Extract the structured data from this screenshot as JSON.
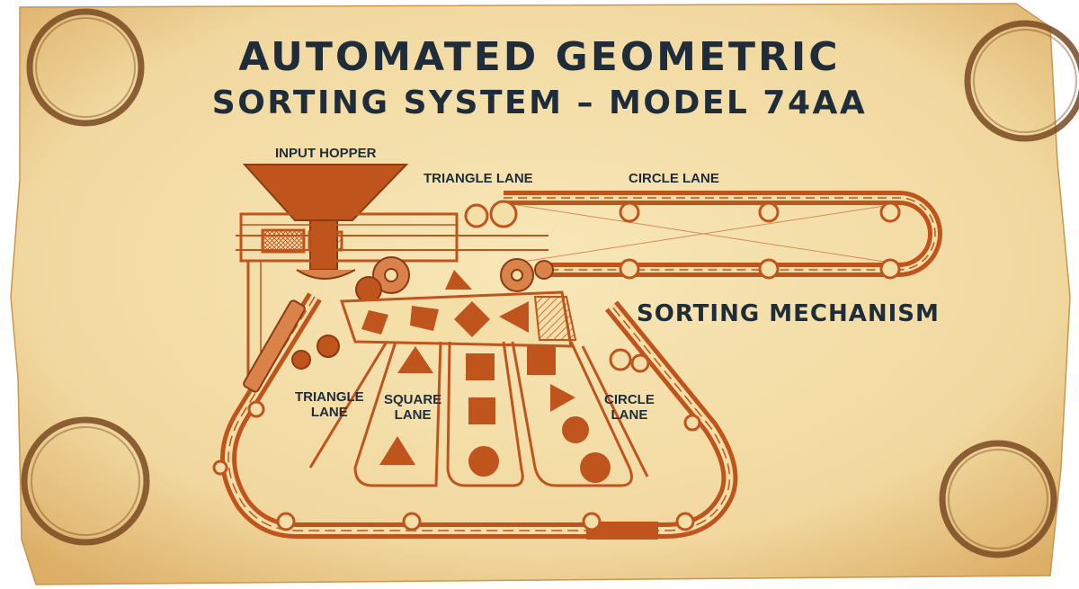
{
  "title": {
    "line1": "AUTOMATED GEOMETRIC",
    "line2": "SORTING SYSTEM – MODEL 74AA"
  },
  "labels": {
    "input_hopper": "INPUT HOPPER",
    "triangle_lane_top": "TRIANGLE LANE",
    "circle_lane_top": "CIRCLE LANE",
    "sorting_mechanism": "SORTING MECHANISM",
    "triangle_lane_1": "TRIANGLE",
    "triangle_lane_2": "LANE",
    "square_lane_1": "SQUARE",
    "square_lane_2": "LANE",
    "circle_lane_1": "CIRCLE",
    "circle_lane_2": "LANE"
  },
  "colors": {
    "paper": "#f4dfa9",
    "paper_edge": "#e2b66f",
    "ink": "#1f2d3a",
    "rust": "#c0541d",
    "rust_light": "#d9834a",
    "stain": "#7a4a22"
  }
}
